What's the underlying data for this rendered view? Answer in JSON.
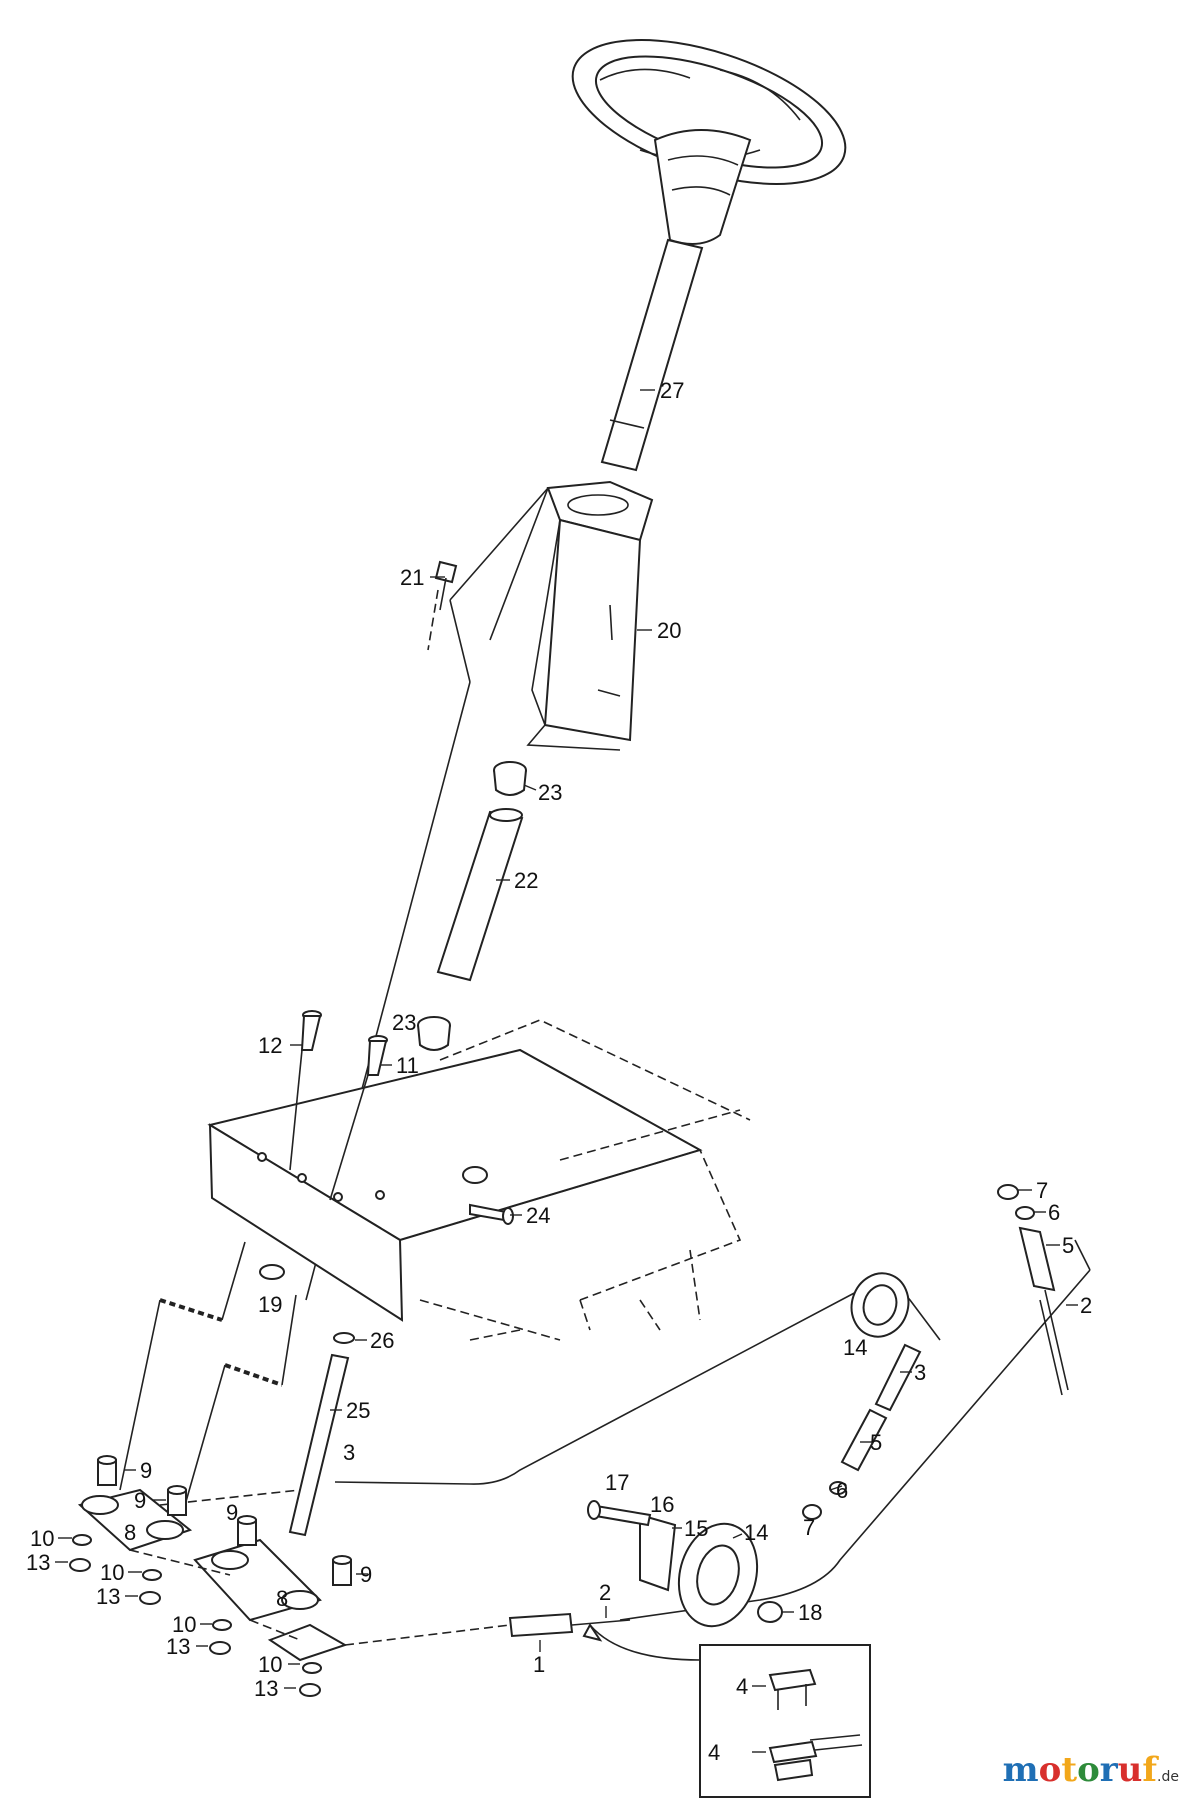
{
  "diagram": {
    "callouts": [
      "1",
      "2",
      "2",
      "3",
      "3",
      "4",
      "4",
      "5",
      "5",
      "6",
      "6",
      "7",
      "7",
      "8",
      "8",
      "9",
      "9",
      "9",
      "9",
      "10",
      "10",
      "10",
      "10",
      "11",
      "12",
      "13",
      "13",
      "13",
      "13",
      "14",
      "14",
      "15",
      "16",
      "17",
      "18",
      "19",
      "20",
      "21",
      "22",
      "23",
      "23",
      "24",
      "25",
      "26",
      "27"
    ]
  },
  "brand": {
    "name_parts": [
      "m",
      "o",
      "t",
      "o",
      "r",
      "u",
      "f"
    ],
    "colors": [
      "#1f6fb5",
      "#d8302d",
      "#f2a71b",
      "#2e8b3a",
      "#1f6fb5",
      "#d8302d",
      "#f2a71b"
    ],
    "suffix": ".de"
  }
}
